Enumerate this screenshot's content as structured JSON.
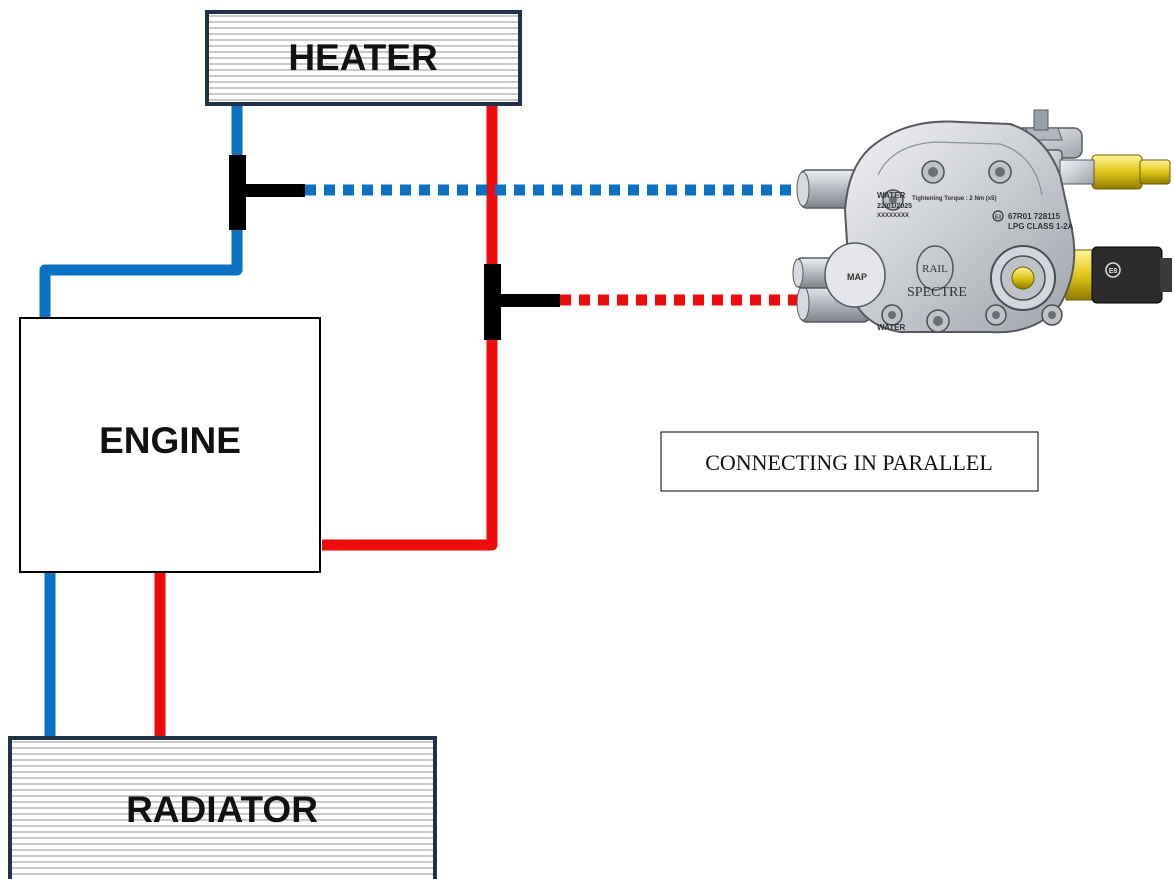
{
  "diagram": {
    "heater_label": "HEATER",
    "engine_label": "ENGINE",
    "radiator_label": "RADIATOR",
    "caption": "CONNECTING IN PARALLEL",
    "colors": {
      "cold_hose": "#0b72c3",
      "hot_hose": "#ee0b0b",
      "tee": "#000000",
      "box_border": "#1f3247",
      "stripe": "#c9c9c9"
    },
    "reducer": {
      "water_top": "WATER",
      "torque": "Tightening Torque : 2 Nm (x5)",
      "date": "22/01/2025",
      "serial": "XXXXXXXX",
      "approval": "67R01 728115",
      "class": "LPG CLASS 1-2A",
      "map": "MAP",
      "brand": "SPECTRE",
      "logo": "RAIL",
      "water_bottom": "WATER",
      "e_mark": "E3",
      "solenoid": "E8"
    }
  }
}
